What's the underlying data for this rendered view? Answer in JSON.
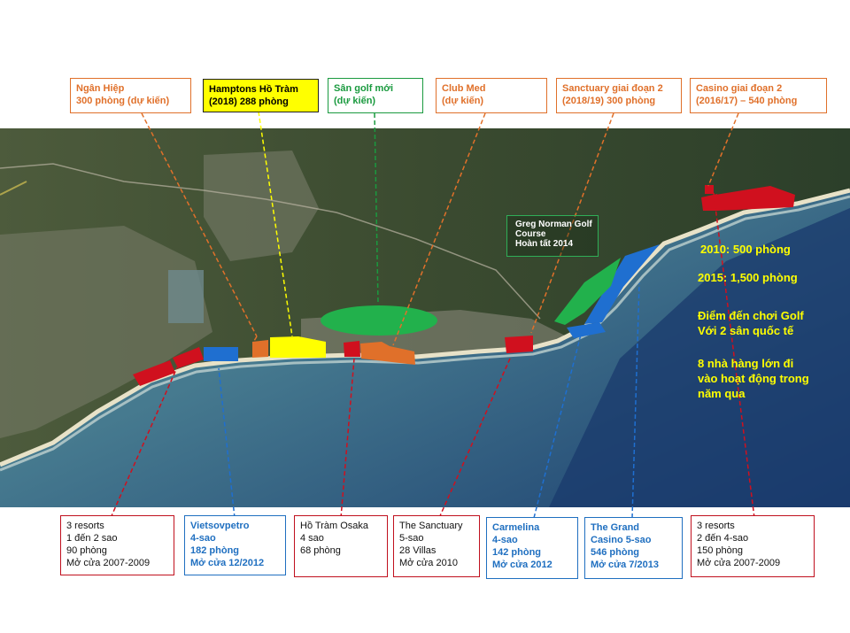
{
  "top_labels": [
    {
      "id": "ngan-hiep",
      "lines": [
        "Ngân Hiệp",
        "300 phòng (dự kiến)"
      ],
      "color": "#e0702a"
    },
    {
      "id": "hamptons",
      "lines": [
        "Hamptons Hồ Tràm",
        "(2018) 288 phòng"
      ],
      "color": "#000000",
      "fill": "#ffff00"
    },
    {
      "id": "golf-new",
      "lines": [
        "Sân golf mới",
        "(dự kiến)"
      ],
      "color": "#1a9a3f"
    },
    {
      "id": "club-med",
      "lines": [
        "Club Med",
        "(dự kiến)"
      ],
      "color": "#e0702a"
    },
    {
      "id": "sanctuary-2",
      "lines": [
        "Sanctuary giai đoạn 2",
        "(2018/19) 300 phòng"
      ],
      "color": "#e0702a"
    },
    {
      "id": "casino-2",
      "lines": [
        "Casino giai đoạn 2",
        "(2016/17) – 540 phòng"
      ],
      "color": "#e0702a"
    }
  ],
  "greg_norman": {
    "lines": [
      "Greg Norman Golf",
      "Course",
      "Hoàn tất 2014"
    ]
  },
  "callouts": [
    {
      "id": "rooms-2010",
      "lines": [
        "2010: 500 phòng"
      ]
    },
    {
      "id": "rooms-2015",
      "lines": [
        "2015: 1,500 phòng"
      ]
    },
    {
      "id": "golf-destination",
      "lines": [
        "Điểm đến chơi Golf",
        "Với 2 sân quốc tế"
      ]
    },
    {
      "id": "restaurants",
      "lines": [
        "8 nhà hàng lớn đi",
        "vào hoạt động trong",
        "năm qua"
      ]
    }
  ],
  "bottom_labels": [
    {
      "id": "resorts-west",
      "style": "red",
      "lines": [
        "3 resorts",
        "1 đến 2 sao",
        "90 phòng",
        "Mở cửa 2007-2009"
      ]
    },
    {
      "id": "vietsovpetro",
      "style": "blue",
      "lines": [
        "Vietsovpetro",
        "4-sao",
        "182 phòng",
        "Mở cửa 12/2012"
      ]
    },
    {
      "id": "ho-tram-osaka",
      "style": "red",
      "lines": [
        "Hồ Tràm Osaka",
        "4 sao",
        "68 phòng"
      ]
    },
    {
      "id": "the-sanctuary",
      "style": "red",
      "lines": [
        "The Sanctuary",
        "5-sao",
        "28 Villas",
        "Mở cửa 2010"
      ]
    },
    {
      "id": "carmelina",
      "style": "blue",
      "lines": [
        "Carmelina",
        "4-sao",
        "142 phòng",
        "Mở cửa 2012"
      ]
    },
    {
      "id": "the-grand",
      "style": "blue",
      "lines": [
        "The Grand",
        "Casino 5-sao",
        "546 phòng",
        "Mở cửa 7/2013"
      ]
    },
    {
      "id": "resorts-east",
      "style": "red",
      "lines": [
        "3 resorts",
        "2 đến 4-sao",
        "150 phòng",
        "Mở cửa 2007-2009"
      ]
    }
  ],
  "colors": {
    "orange": "#e0702a",
    "green": "#1a9a3f",
    "red": "#d0101e",
    "blue": "#1f6fd0",
    "yellow": "#ffff00"
  }
}
